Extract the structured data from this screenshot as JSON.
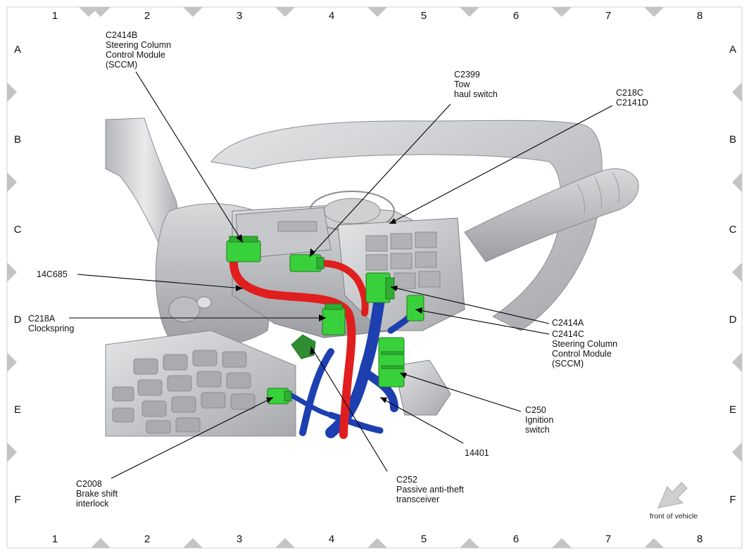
{
  "grid": {
    "columns": [
      "1",
      "2",
      "3",
      "4",
      "5",
      "6",
      "7",
      "8"
    ],
    "rows": [
      "A",
      "B",
      "C",
      "D",
      "E",
      "F"
    ]
  },
  "callouts": {
    "c2414b": [
      "C2414B",
      "Steering Column",
      "Control Module",
      "(SCCM)"
    ],
    "c2399": [
      "C2399",
      "Tow",
      "haul switch"
    ],
    "c218c": [
      "C218C",
      "C2141D"
    ],
    "c14c685": [
      "14C685"
    ],
    "c218a": [
      "C218A",
      "Clockspring"
    ],
    "c2414a": [
      "C2414A"
    ],
    "c2414c": [
      "C2414C",
      "Steering Column",
      "Control Module",
      "(SCCM)"
    ],
    "c250": [
      "C250",
      "Ignition",
      "switch"
    ],
    "c14401": [
      "14401"
    ],
    "c252": [
      "C252",
      "Passive anti-theft",
      "transceiver"
    ],
    "c2008": [
      "C2008",
      "Brake shift",
      "interlock"
    ]
  },
  "orientation": {
    "label": "front of vehicle"
  },
  "colors": {
    "harness_red": "#e01e1e",
    "harness_blue": "#1d3fb0",
    "connector_green": "#39d13b",
    "body_gray": "#c9cacc"
  }
}
